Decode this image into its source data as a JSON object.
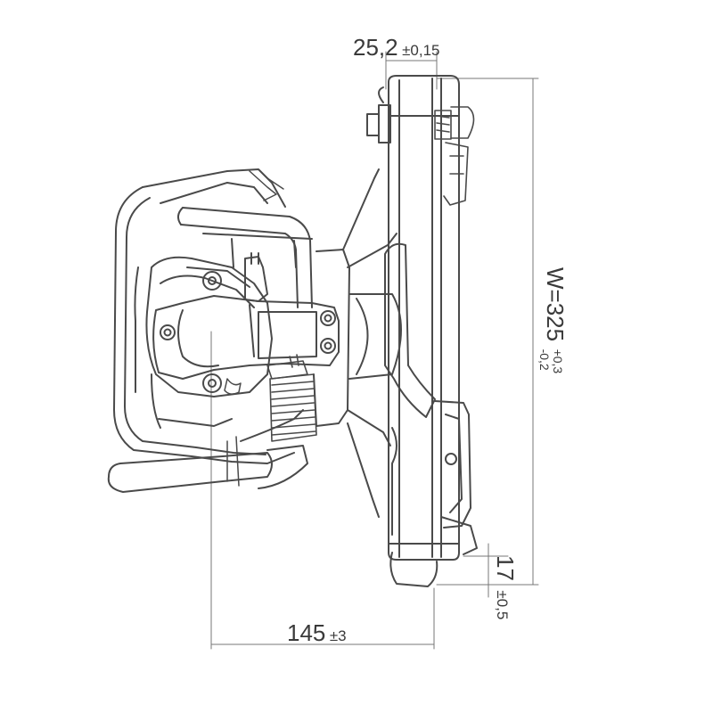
{
  "dimensions": {
    "top_width": {
      "value": "25,2",
      "tolerance": "±0,15"
    },
    "total_width": {
      "label": "W=325",
      "tol_upper": "+0,3",
      "tol_lower": "-0,2"
    },
    "flange": {
      "value": "17",
      "tolerance": "±0,5"
    },
    "depth": {
      "value": "145",
      "tolerance": "±3"
    }
  },
  "colors": {
    "line": "#4a4a4a",
    "dim": "#777777",
    "text": "#3a3a3a"
  }
}
